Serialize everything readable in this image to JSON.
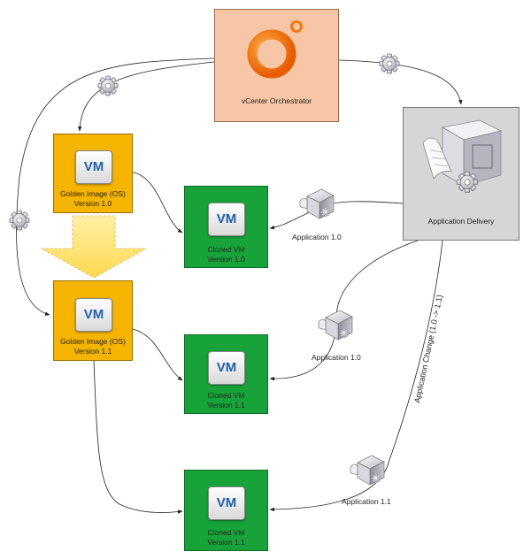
{
  "orchestrator": {
    "label": "vCenter Orchestrator"
  },
  "app_delivery": {
    "label": "Application Delivery"
  },
  "golden_images": [
    {
      "vm": "VM",
      "title": "Golden Image (OS)",
      "version": "Version 1.0"
    },
    {
      "vm": "VM",
      "title": "Golden Image (OS)",
      "version": "Version 1.1"
    }
  ],
  "cloned_vms": [
    {
      "vm": "VM",
      "title": "Cloned VM",
      "version": "Version 1.0"
    },
    {
      "vm": "VM",
      "title": "Cloned VM",
      "version": "Version 1.1"
    },
    {
      "vm": "VM",
      "title": "Cloned VM",
      "version": "Version 1.1"
    }
  ],
  "packages": [
    {
      "label": "Application 1.0"
    },
    {
      "label": "Application 1.0"
    },
    {
      "label": "Application 1.1"
    }
  ],
  "change_label": "Application Change (1.0 -> 1.1)",
  "icons": [
    "orchestrator-logo-icon",
    "gear-icon",
    "package-box-icon",
    "server-document-icon",
    "vm-icon",
    "down-arrow-icon"
  ],
  "colors": {
    "orchestrator_fill": "#f7c6a7",
    "golden_fill": "#f5b400",
    "clone_fill": "#17a33a",
    "delivery_fill": "#d6d6d6",
    "arrow_fill": "#ffe27a",
    "vm_text": "#1f5fae"
  }
}
